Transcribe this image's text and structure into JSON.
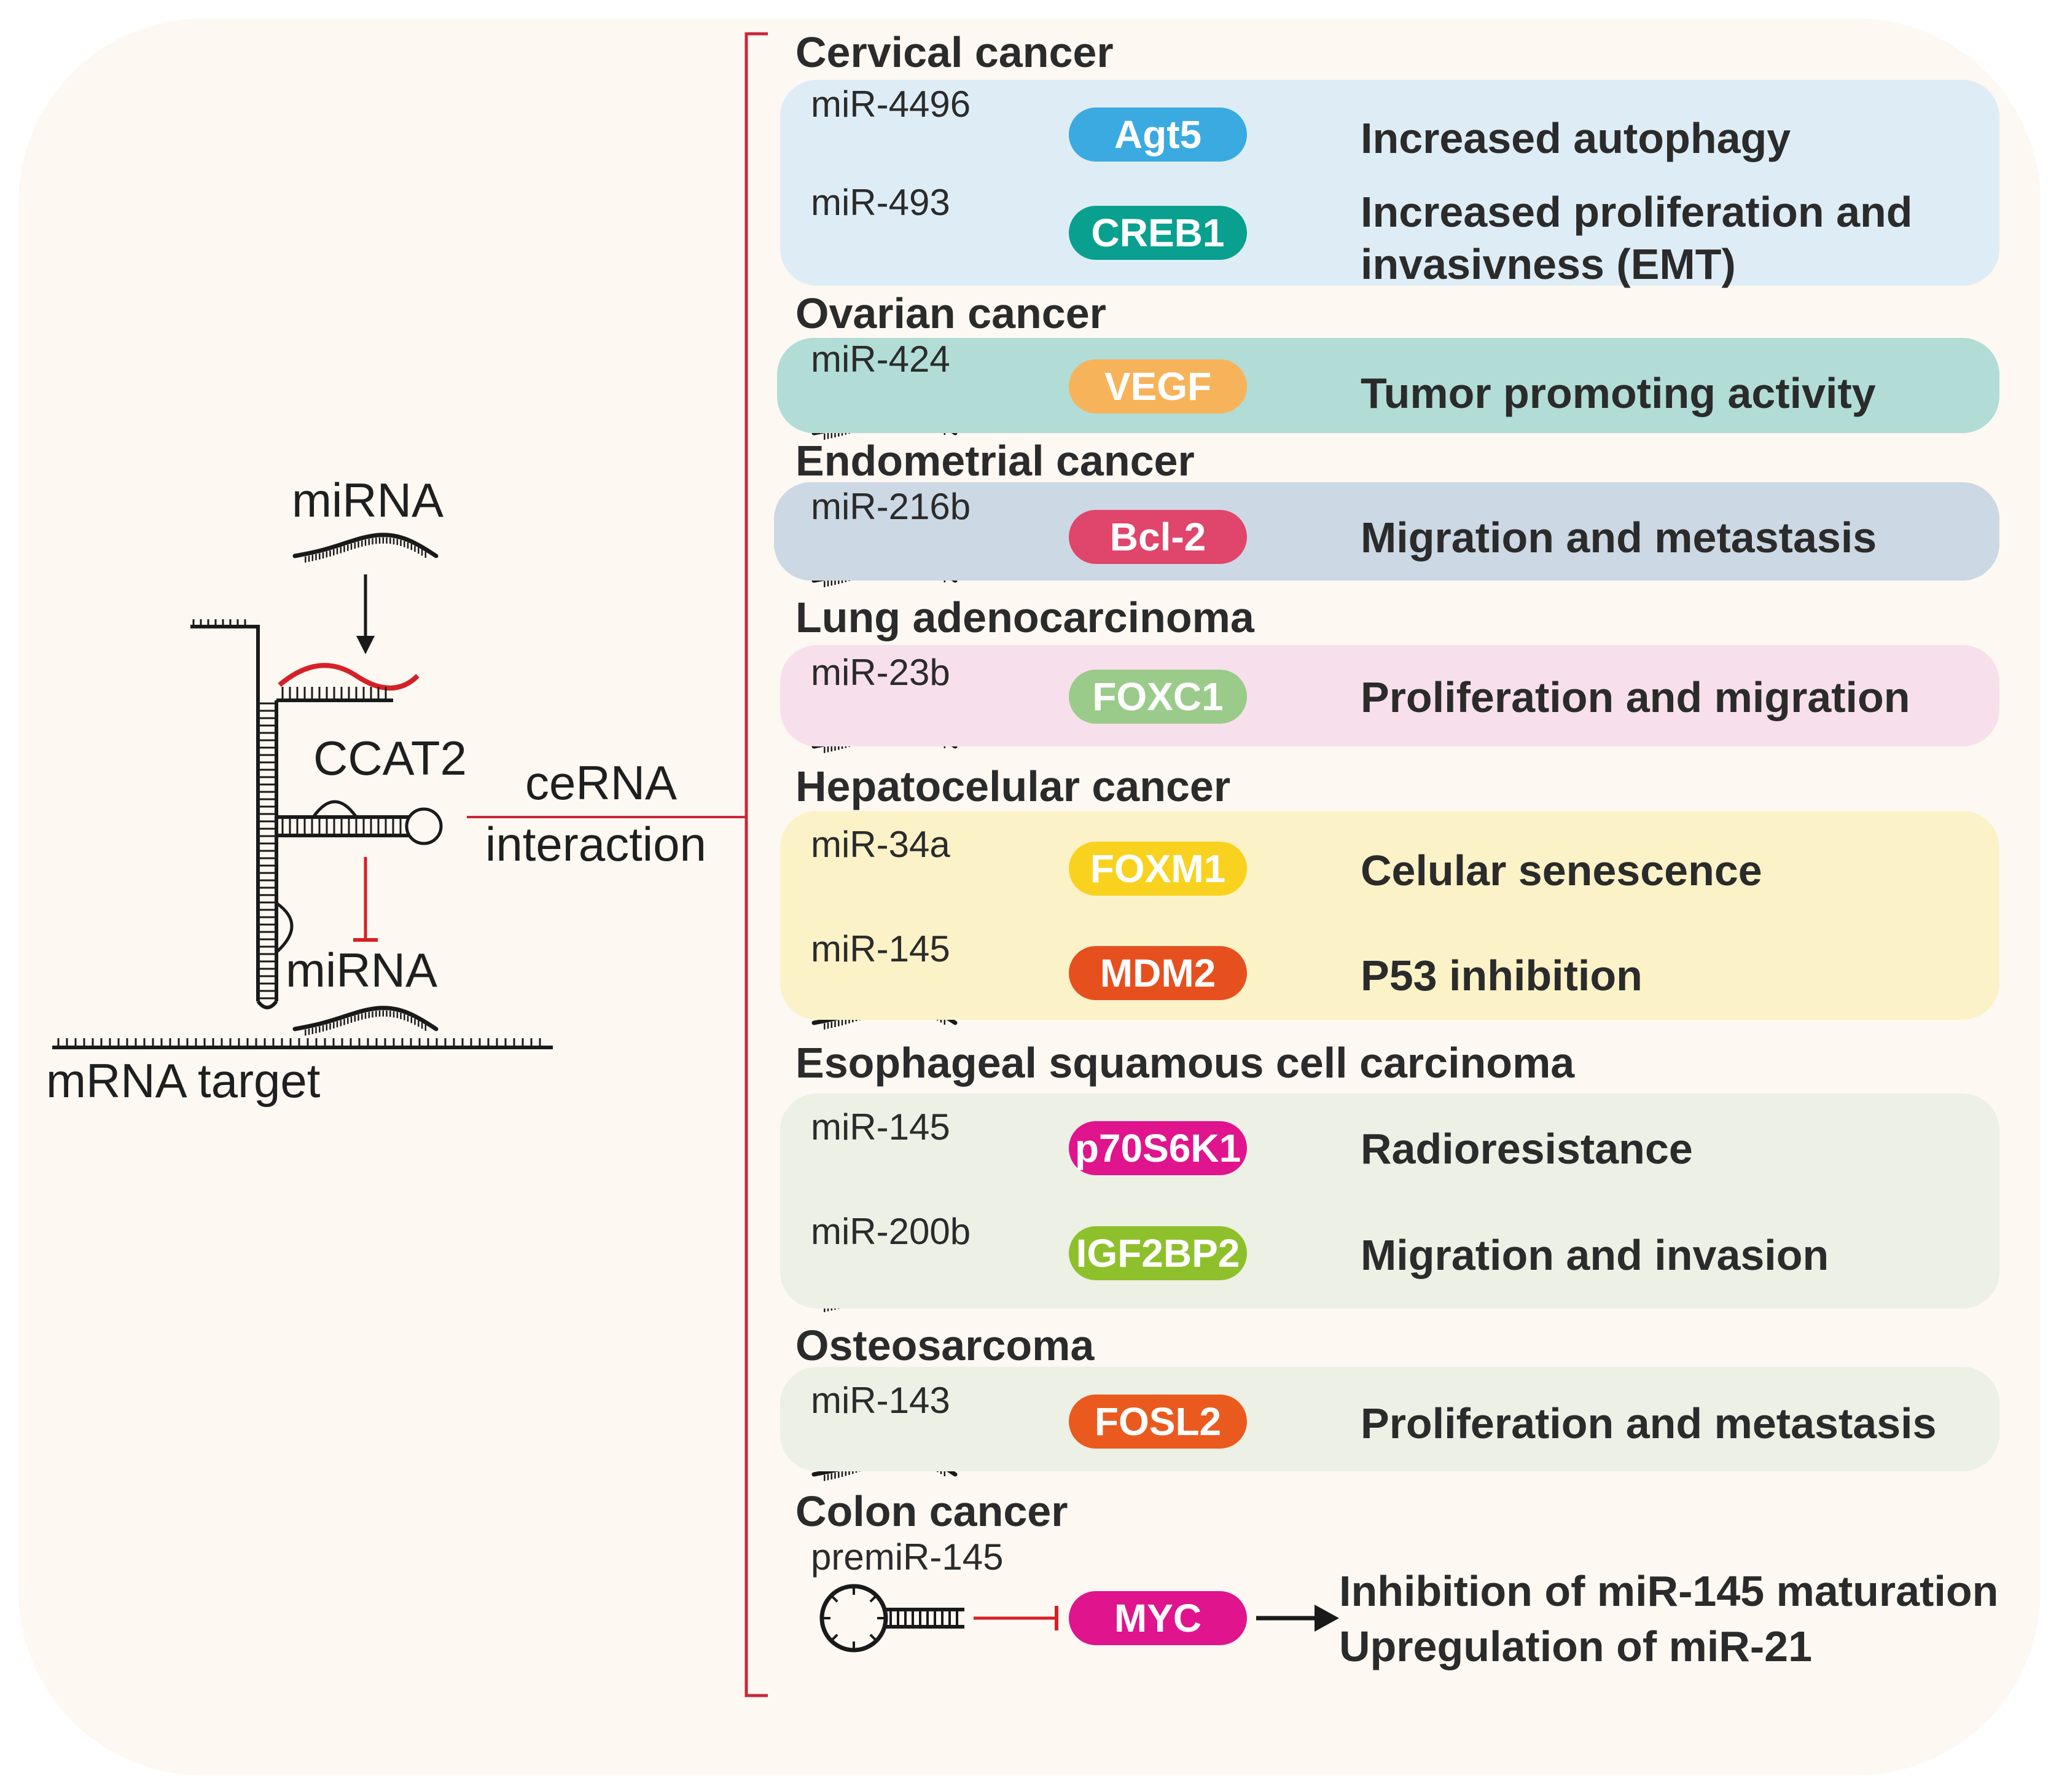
{
  "left": {
    "mirna_top": "miRNA",
    "ccat2": "CCAT2",
    "mirna_bottom": "miRNA",
    "mrna_target": "mRNA target",
    "cerna_line1": "ceRNA",
    "cerna_line2": "interaction"
  },
  "groups": [
    {
      "title": "Cervical cancer",
      "color": "#deedf5",
      "rows": [
        {
          "mirna": "miR-4496",
          "target": "Agt5",
          "target_color": "#3aaae0",
          "effect": "Increased autophagy"
        },
        {
          "mirna": "miR-493",
          "target": "CREB1",
          "target_color": "#0aa090",
          "effect": "Increased proliferation and",
          "effect2": "invasivness (EMT)"
        }
      ]
    },
    {
      "title": "Ovarian cancer",
      "color": "#b1ddd6",
      "rows": [
        {
          "mirna": "miR-424",
          "target": "VEGF",
          "target_color": "#f7b35a",
          "effect": "Tumor promoting activity"
        }
      ]
    },
    {
      "title": "Endometrial cancer",
      "color": "#ccd8e3",
      "rows": [
        {
          "mirna": "miR-216b",
          "target": "Bcl-2",
          "target_color": "#e0456c",
          "effect": "Migration and metastasis"
        }
      ]
    },
    {
      "title": "Lung adenocarcinoma",
      "color": "#f7e0eb",
      "rows": [
        {
          "mirna": "miR-23b",
          "target": "FOXC1",
          "target_color": "#9acb8a",
          "effect": "Proliferation and migration"
        }
      ]
    },
    {
      "title": "Hepatocelular cancer",
      "color": "#fcf2c8",
      "rows": [
        {
          "mirna": "miR-34a",
          "target": "FOXM1",
          "target_color": "#f8d21e",
          "effect": "Celular senescence"
        },
        {
          "mirna": "miR-145",
          "target": "MDM2",
          "target_color": "#e6501e",
          "effect": "P53 inhibition"
        }
      ]
    },
    {
      "title": "Esophageal squamous cell carcinoma",
      "color": "#edf0e5",
      "rows": [
        {
          "mirna": "miR-145",
          "target": "p70S6K1",
          "target_color": "#e0148c",
          "effect": "Radioresistance"
        },
        {
          "mirna": "miR-200b",
          "target": "IGF2BP2",
          "target_color": "#8ec02c",
          "effect": "Migration and invasion"
        }
      ]
    },
    {
      "title": "Osteosarcoma",
      "color": "#edf0e5",
      "rows": [
        {
          "mirna": "miR-143",
          "target": "FOSL2",
          "target_color": "#ea5a1e",
          "effect": "Proliferation and metastasis"
        }
      ]
    },
    {
      "title": "Colon cancer",
      "color": "#fdf8f2",
      "rows": [
        {
          "mirna": "premiR-145",
          "target": "MYC",
          "target_color": "#e0148c",
          "effect": "Inhibition of miR-145 maturation",
          "effect2": "Upregulation of miR-21"
        }
      ]
    }
  ],
  "colors": {
    "inhibit": "#d62027",
    "arrow": "#1a1a1a",
    "bracket": "#c8283a"
  }
}
